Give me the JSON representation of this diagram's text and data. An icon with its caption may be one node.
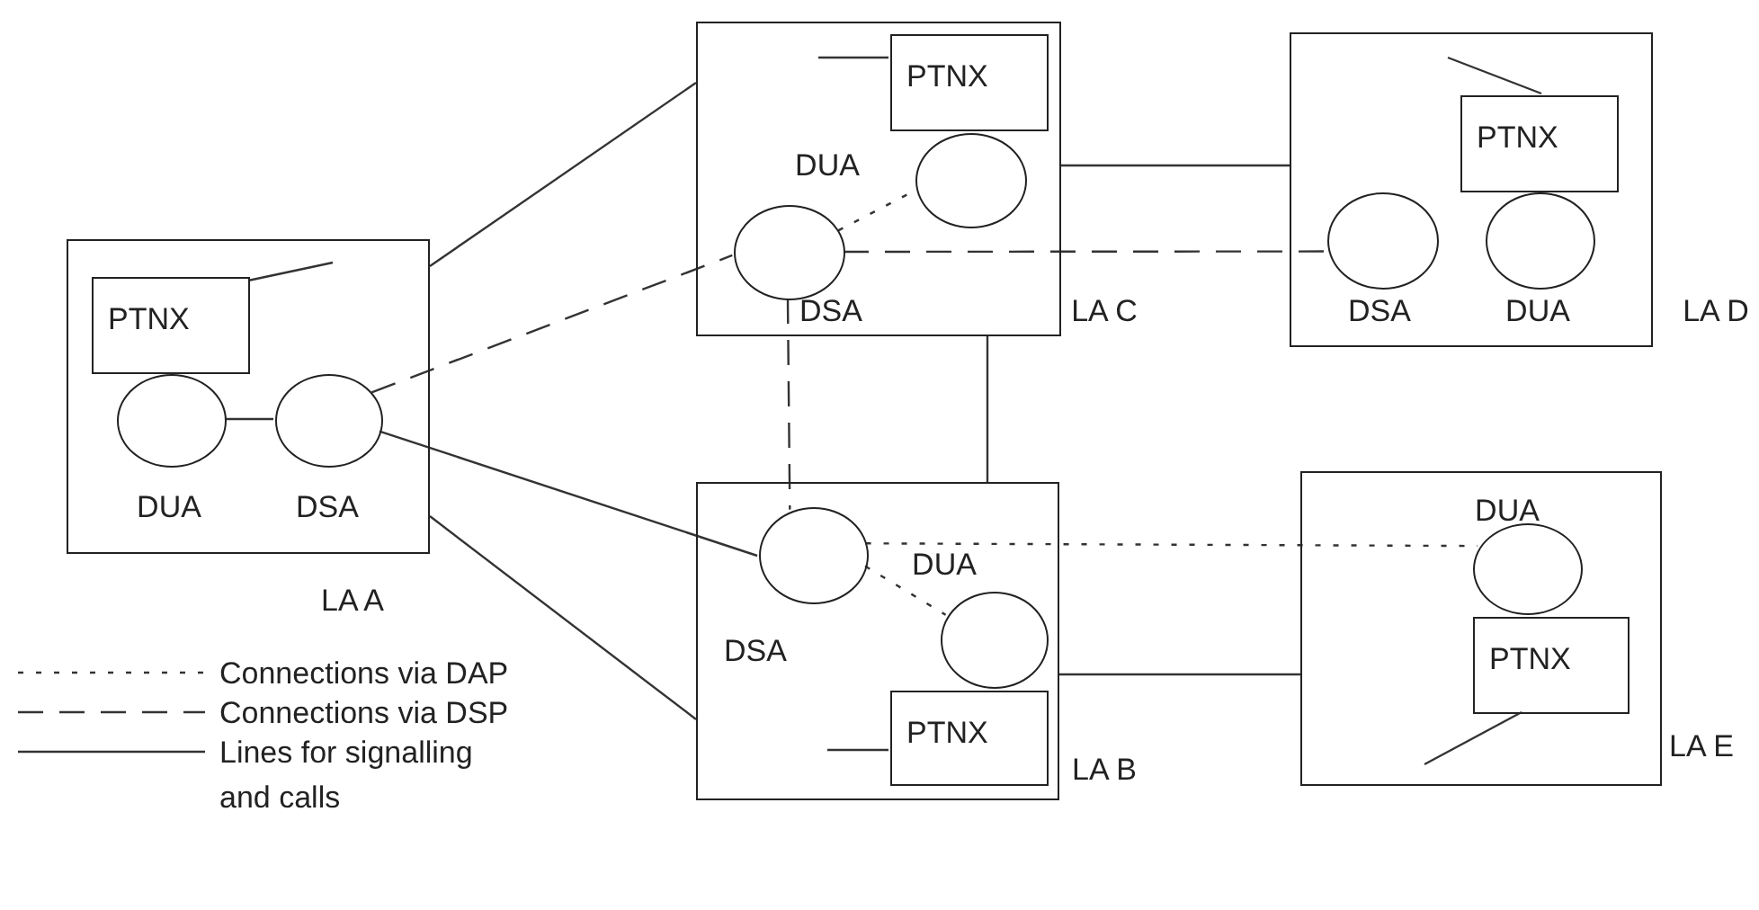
{
  "diagram": {
    "nodes": [
      {
        "text": [],
        "shape": "box",
        "beside": [
          "LA C"
        ]
      },
      {
        "text": [
          "PTNX"
        ],
        "in": 0
      },
      {
        "text": [],
        "shape": "circle",
        "in": 0
      },
      {
        "text": [],
        "shape": "circle",
        "in": 0,
        "beside": [
          "DSA"
        ]
      },
      {
        "text": [],
        "shape": "box",
        "beside": [
          "LA D"
        ]
      },
      {
        "text": [
          "PTNX"
        ],
        "in": 4
      },
      {
        "text": [],
        "shape": "circle",
        "in": 4,
        "beside": [
          "DSA"
        ]
      },
      {
        "text": [],
        "shape": "circle",
        "in": 4,
        "beside": [
          "DUA"
        ]
      },
      {
        "text": [],
        "shape": "box",
        "beside": [
          "LA A"
        ]
      },
      {
        "text": [
          "PTNX"
        ],
        "in": 8
      },
      {
        "text": [],
        "shape": "circle",
        "in": 8,
        "beside": [
          "DUA"
        ]
      },
      {
        "text": [],
        "shape": "circle",
        "in": 8,
        "beside": [
          "DSA"
        ]
      },
      {
        "text": [],
        "shape": "box",
        "beside": [
          "LA B"
        ]
      },
      {
        "text": [],
        "shape": "circle",
        "in": 12,
        "beside": [
          "DSA"
        ]
      },
      {
        "text": [],
        "shape": "circle",
        "in": 12,
        "beside": [
          "DUA"
        ]
      },
      {
        "text": [
          "PTNX"
        ],
        "in": 12
      },
      {
        "text": [],
        "shape": "box",
        "beside": [
          "LA E"
        ]
      },
      {
        "text": [],
        "shape": "circle",
        "in": 16,
        "beside": [
          "DUA"
        ]
      },
      {
        "text": [
          "PTNX"
        ],
        "in": 16
      }
    ],
    "edges": [
      {
        "from": 8,
        "to": 0,
        "arrow": "none"
      },
      {
        "from": 11,
        "to": 13,
        "arrow": "none"
      },
      {
        "from": 8,
        "to": 12,
        "arrow": "none"
      },
      {
        "from": 0,
        "to": 4,
        "arrow": "none"
      },
      {
        "from": 0,
        "to": 12,
        "arrow": "none"
      },
      {
        "from": 12,
        "to": 16,
        "arrow": "none"
      },
      {
        "from": 10,
        "to": 11,
        "arrow": "none"
      },
      {
        "from": 11,
        "to": 3,
        "arrow": "none",
        "style": "dashed"
      },
      {
        "from": 3,
        "to": 6,
        "arrow": "none",
        "style": "dashed"
      },
      {
        "from": 3,
        "to": 13,
        "arrow": "none",
        "style": "dashed"
      },
      {
        "from": 3,
        "to": 2,
        "arrow": "none",
        "style": "dashed"
      },
      {
        "from": 13,
        "to": 14,
        "arrow": "none",
        "style": "dashed"
      },
      {
        "from": 13,
        "to": 17,
        "arrow": "none",
        "style": "dashed"
      },
      {
        "from": 9,
        "to": null,
        "arrow": "none"
      },
      {
        "from": 1,
        "to": null,
        "arrow": "none"
      },
      {
        "from": 5,
        "to": null,
        "arrow": "none"
      },
      {
        "from": 15,
        "to": null,
        "arrow": "none"
      },
      {
        "from": 18,
        "to": null,
        "arrow": "none"
      }
    ],
    "labels": [
      "DUA"
    ],
    "legend": [
      {
        "text": "Connections via DAP"
      },
      {
        "text": "Connections via DSP"
      },
      {
        "text": "Lines for signalling and calls"
      }
    ]
  }
}
